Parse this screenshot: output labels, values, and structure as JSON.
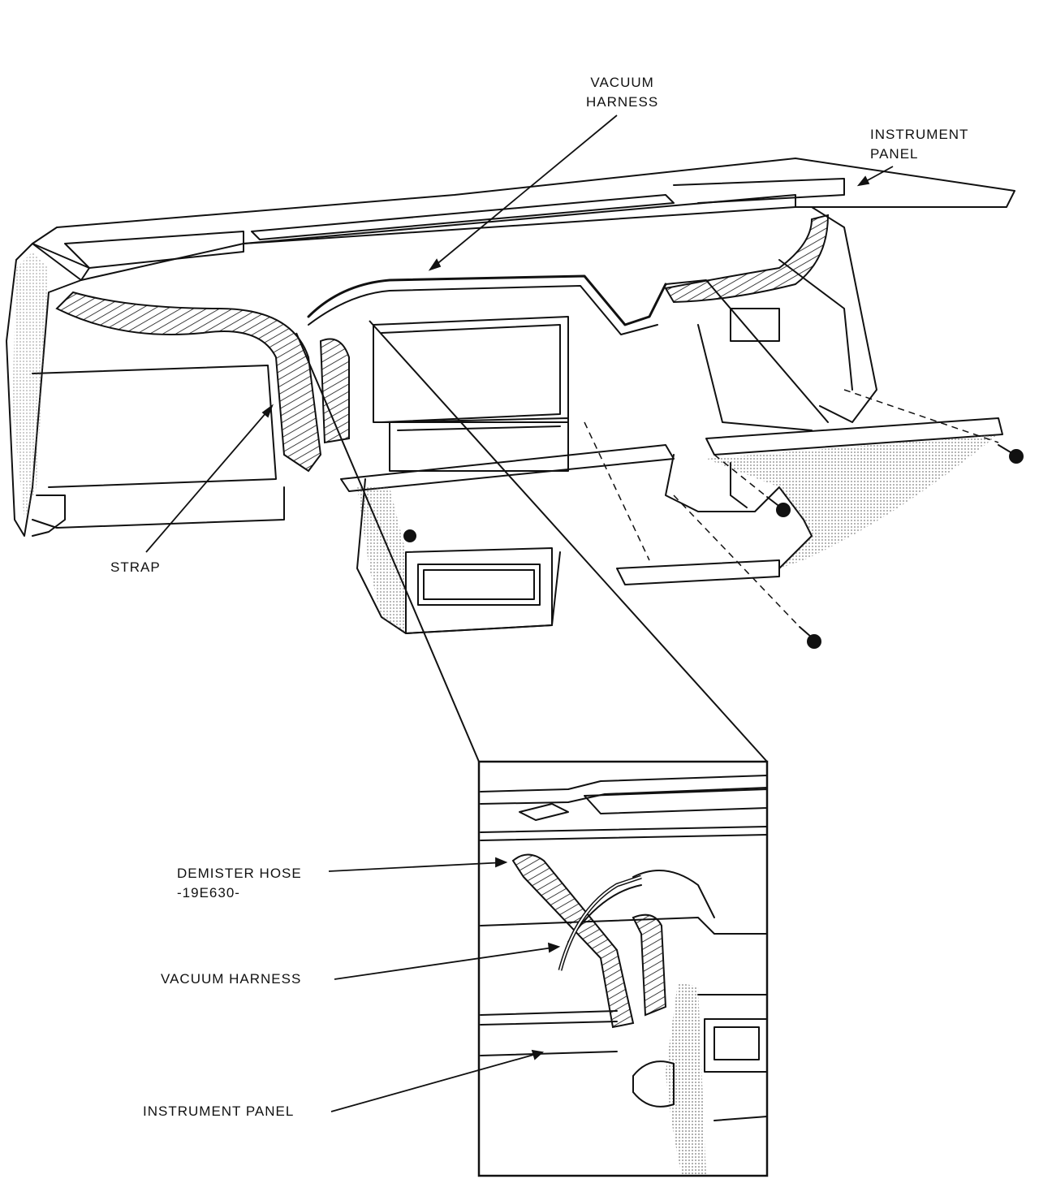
{
  "labels": {
    "vacuum_harness_top_1": "VACUUM",
    "vacuum_harness_top_2": "HARNESS",
    "instrument_panel_top_1": "INSTRUMENT",
    "instrument_panel_top_2": "PANEL",
    "strap": "STRAP",
    "demister_hose_1": "DEMISTER HOSE",
    "demister_hose_2": "-19E630-",
    "vacuum_harness_inset": "VACUUM HARNESS",
    "instrument_panel_inset": "INSTRUMENT PANEL"
  },
  "colors": {
    "ink": "#111111",
    "background": "#ffffff",
    "stipple": "#bdbdbd"
  }
}
